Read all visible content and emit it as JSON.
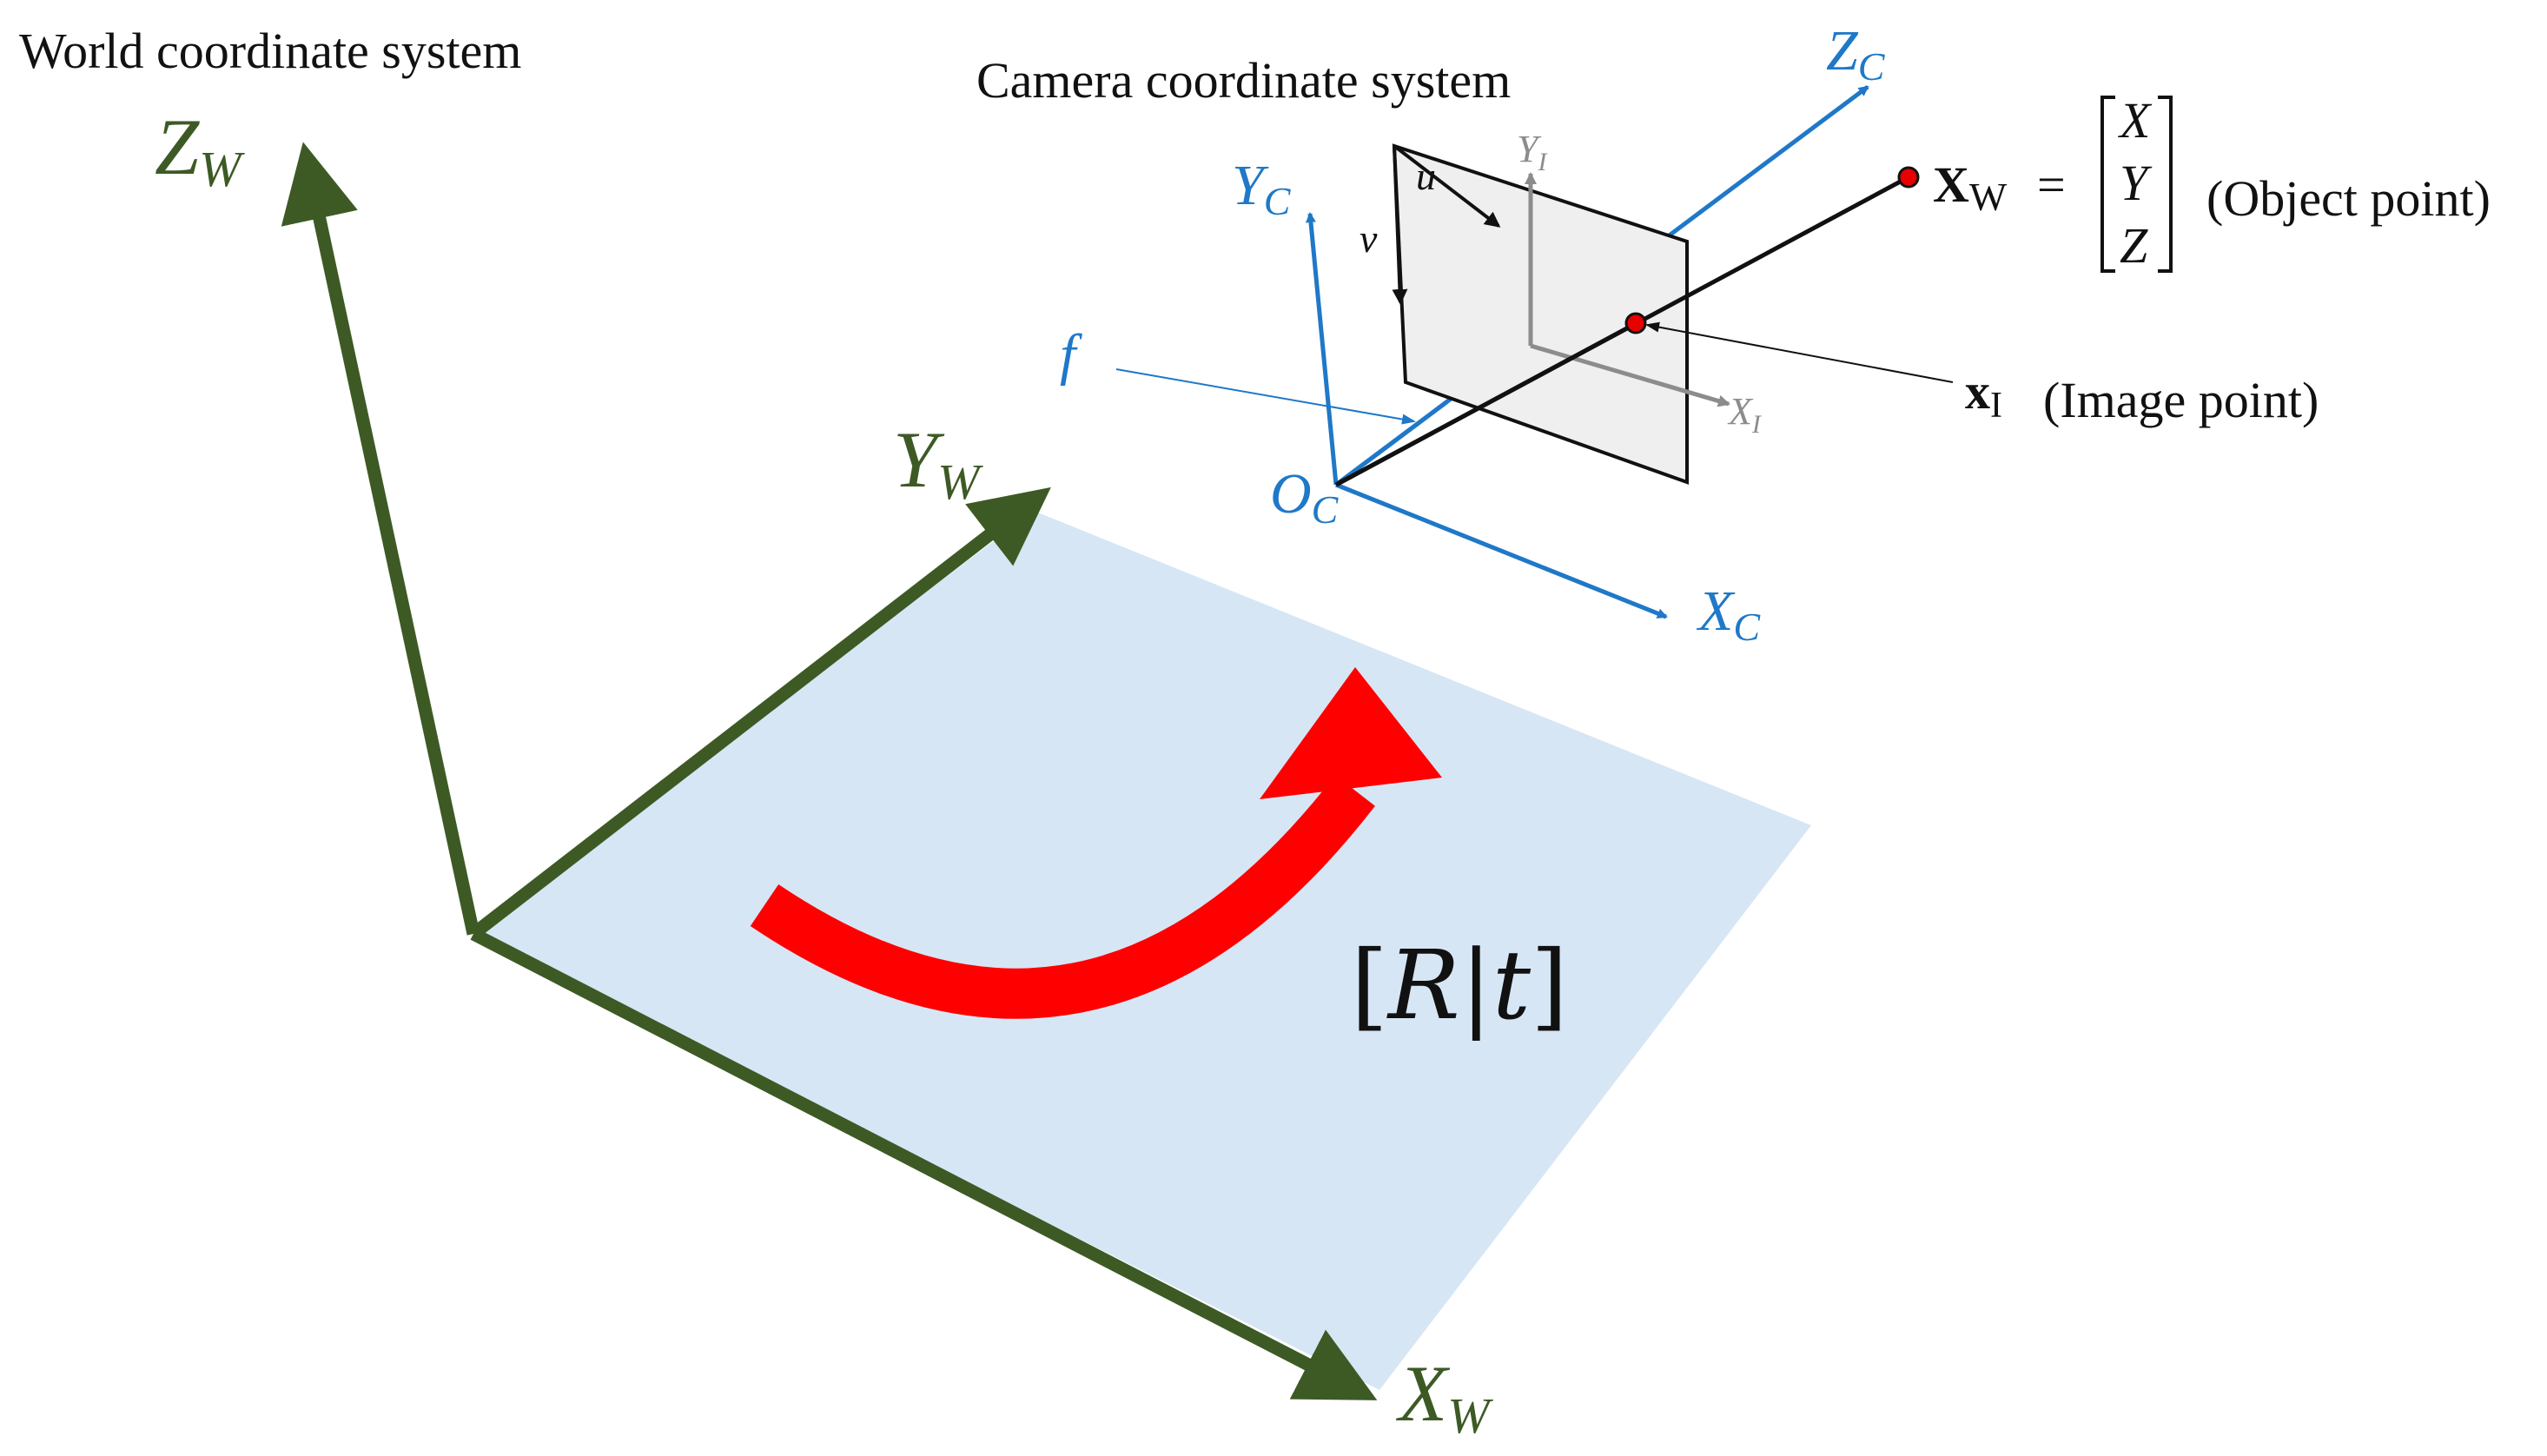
{
  "labels": {
    "world_system": "World coordinate system",
    "camera_system": "Camera coordinate system",
    "object_point": "(Object point)",
    "image_point": "(Image point)"
  },
  "world_axes": {
    "z": {
      "letter": "Z",
      "sub": "W"
    },
    "y": {
      "letter": "Y",
      "sub": "W"
    },
    "x": {
      "letter": "X",
      "sub": "W"
    }
  },
  "camera_axes": {
    "z": {
      "letter": "Z",
      "sub": "C"
    },
    "y": {
      "letter": "Y",
      "sub": "C"
    },
    "x": {
      "letter": "X",
      "sub": "C"
    },
    "origin": {
      "letter": "O",
      "sub": "C"
    },
    "focal": "f"
  },
  "image_axes": {
    "y": {
      "letter": "Y",
      "sub": "I"
    },
    "x": {
      "letter": "X",
      "sub": "I"
    },
    "u": "u",
    "v": "v"
  },
  "object_eq": {
    "lhs_letter": "X",
    "lhs_sub": "W",
    "equals": "=",
    "vector": [
      "X",
      "Y",
      "Z"
    ]
  },
  "image_pt": {
    "letter": "x",
    "sub": "I"
  },
  "transform": {
    "open": "[",
    "r": "R",
    "bar": "|",
    "t": "t",
    "close": "]"
  },
  "colors": {
    "world_green": "#3d5a25",
    "camera_blue": "#1f78c8",
    "image_gray": "#8c8c8c",
    "plane_fill": "#d6e6f5",
    "rotation_red": "#ff0000"
  }
}
